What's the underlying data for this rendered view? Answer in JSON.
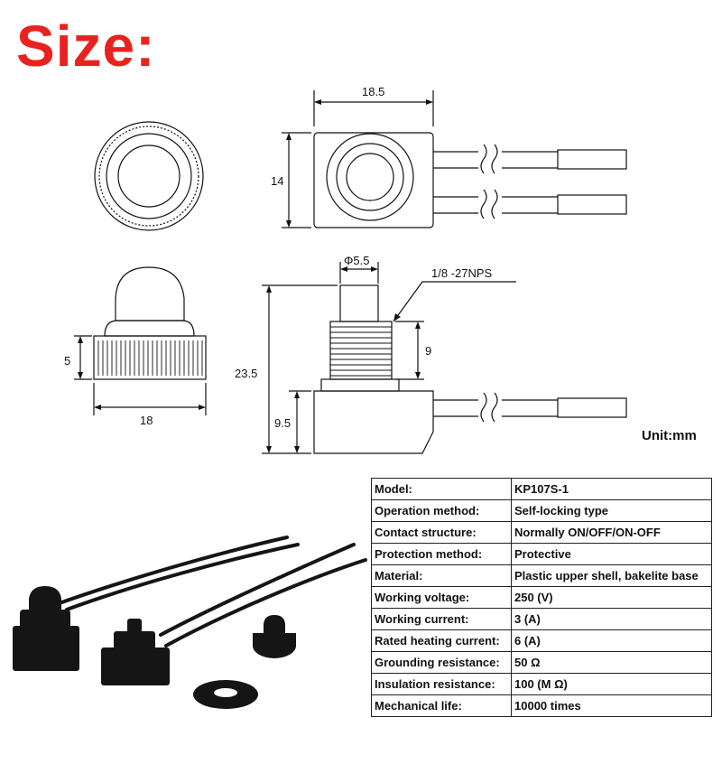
{
  "title": "Size:",
  "unit_label": "Unit:mm",
  "dimensions": {
    "top_width": "18.5",
    "top_height": "14",
    "button_diameter": "Φ5.5",
    "thread": "1/8 -27NPS",
    "thread_length": "9",
    "total_height": "23.5",
    "base_height": "9.5",
    "cap_height": "5",
    "cap_width": "18"
  },
  "specs": [
    {
      "label": "Model:",
      "value": "KP107S-1"
    },
    {
      "label": "Operation method:",
      "value": "Self-locking type"
    },
    {
      "label": "Contact structure:",
      "value": "Normally ON/OFF/ON-OFF"
    },
    {
      "label": "Protection method:",
      "value": "Protective"
    },
    {
      "label": "Material:",
      "value": "Plastic upper shell, bakelite base"
    },
    {
      "label": "Working voltage:",
      "value": "250 (V)"
    },
    {
      "label": "Working current:",
      "value": "3 (A)"
    },
    {
      "label": "Rated heating current:",
      "value": "6 (A)"
    },
    {
      "label": "Grounding resistance:",
      "value": "50 Ω"
    },
    {
      "label": "Insulation resistance:",
      "value": "100 (M Ω)"
    },
    {
      "label": "Mechanical life:",
      "value": "10000 times"
    }
  ],
  "colors": {
    "title": "#e8231f",
    "line": "#111111",
    "product": "#151515"
  }
}
